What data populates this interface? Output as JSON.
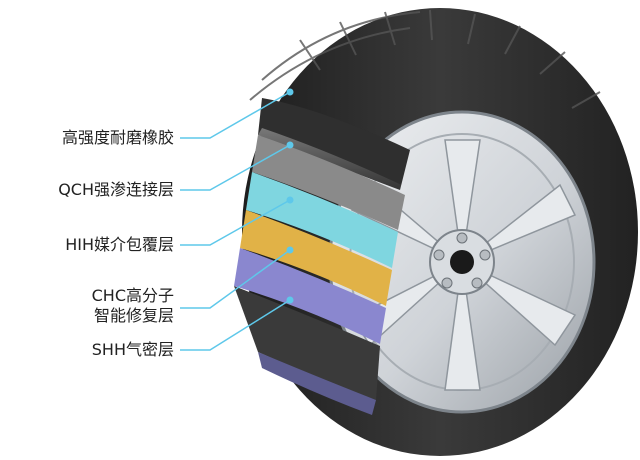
{
  "diagram": {
    "layers": [
      {
        "id": "rubber",
        "lines": [
          "高强度耐磨橡胶"
        ],
        "color": "#8a8a8a"
      },
      {
        "id": "qch",
        "lines": [
          "QCH强渗连接层"
        ],
        "color": "#7fd6e0"
      },
      {
        "id": "hih",
        "lines": [
          "HIH媒介包覆层"
        ],
        "color": "#e1b247"
      },
      {
        "id": "chc",
        "lines": [
          "CHC高分子",
          "智能修复层"
        ],
        "color": "#8a87cf"
      },
      {
        "id": "shh",
        "lines": [
          "SHH气密层"
        ],
        "color": "#3a3a3a"
      }
    ],
    "leader_color": "#5ec8ea",
    "tire_color": "#2a2a2a",
    "rim_color": "#cfd3d8"
  }
}
